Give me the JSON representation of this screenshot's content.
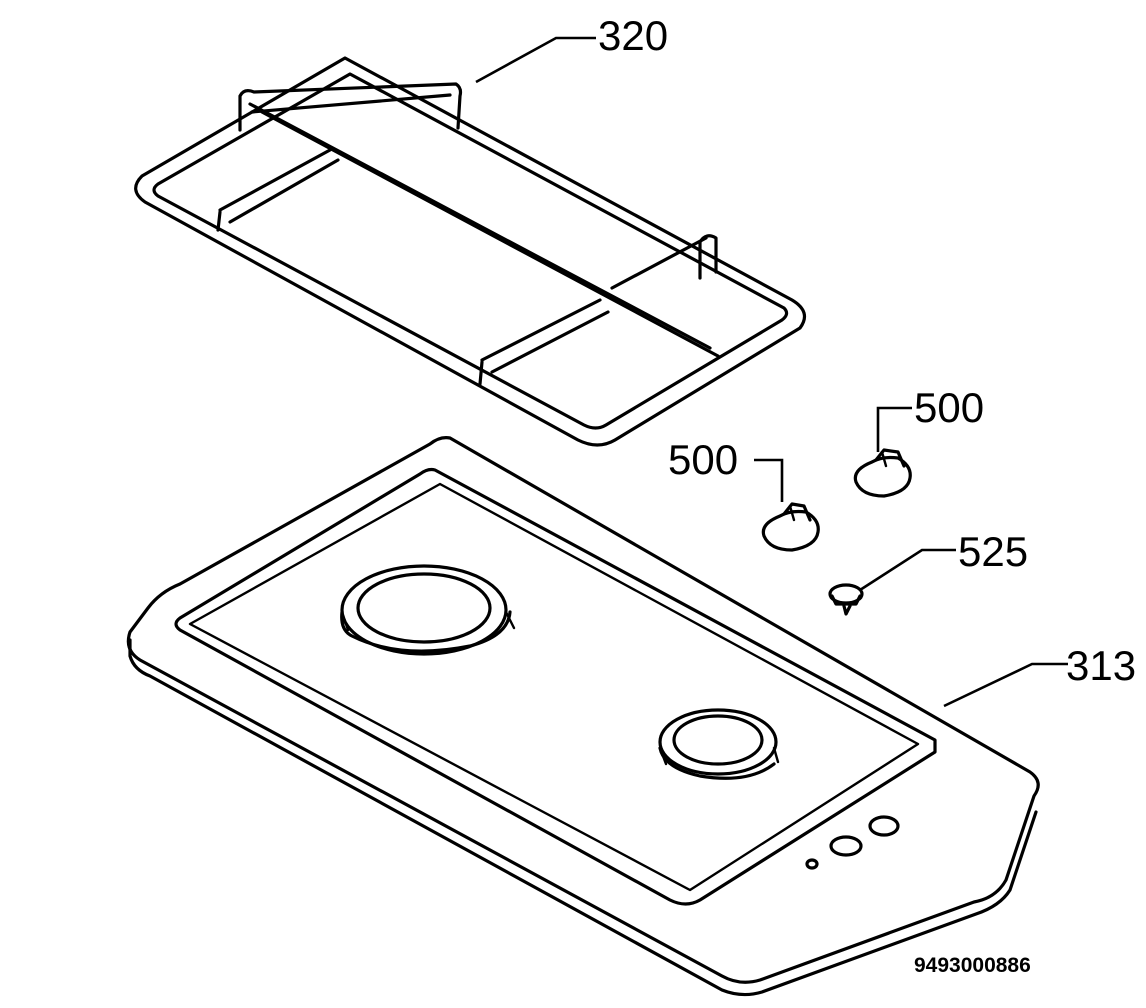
{
  "callouts": {
    "grate": "320",
    "knob_left": "500",
    "knob_right": "500",
    "screw": "525",
    "hob": "313"
  },
  "document_number": "9493000886"
}
